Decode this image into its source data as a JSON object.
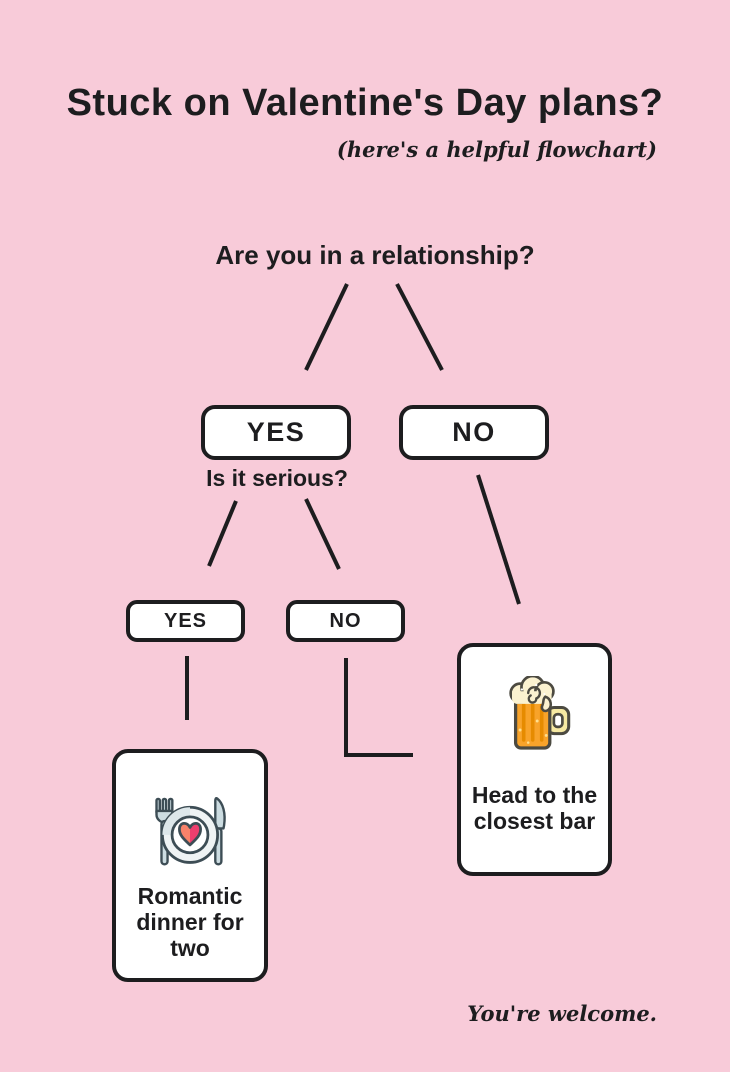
{
  "colors": {
    "background": "#f8cbd9",
    "ink": "#1d1d1f",
    "card_background": "#ffffff",
    "heart_left": "#f8826a",
    "heart_right": "#ee3f6e",
    "utensil_gray": "#ccdce1",
    "plate_shading": "#dde7ea",
    "plate_fill": "#eff3f4",
    "beer_body": "#f8a32a",
    "beer_stripe": "#e68b00",
    "beer_foam": "#fbf2d0",
    "beer_handle": "#f6e9a2"
  },
  "header": {
    "title": "Stuck on Valentine's Day plans?",
    "subtitle": "(here's a helpful flowchart)"
  },
  "flowchart": {
    "question1": "Are you in a relationship?",
    "question2": "Is it serious?",
    "branch1": {
      "yes": "YES",
      "no": "NO"
    },
    "branch2": {
      "yes": "YES",
      "no": "NO"
    },
    "outcomes": {
      "dinner": {
        "label": "Romantic dinner for two",
        "icon": "romantic-dinner-plate-icon"
      },
      "bar": {
        "label": "Head to the closest bar",
        "icon": "beer-mug-icon"
      }
    }
  },
  "footer": {
    "note": "You're welcome."
  }
}
